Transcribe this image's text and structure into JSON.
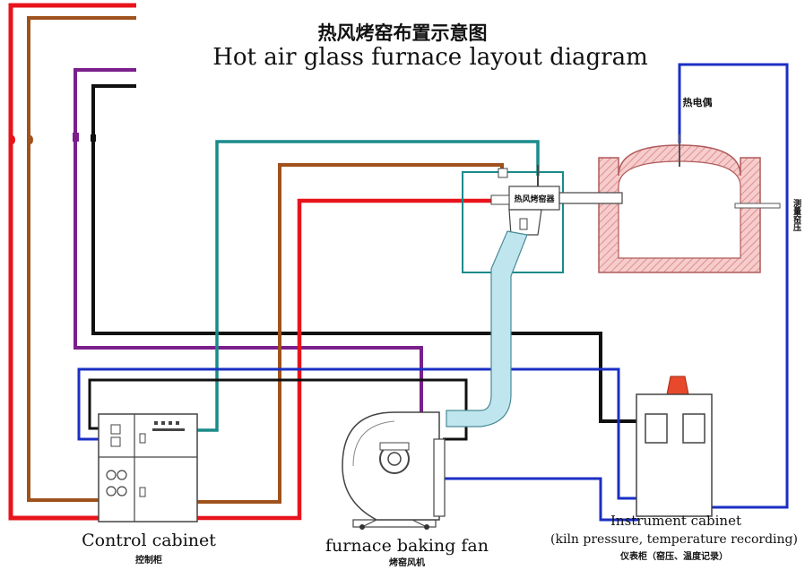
{
  "title": {
    "zh": "热风烤窑布置示意图",
    "en": "Hot air glass furnace layout diagram"
  },
  "components": {
    "control_cabinet": {
      "en": "Control cabinet",
      "zh": "控制柜"
    },
    "fan": {
      "en": "furnace baking fan",
      "zh": "烤窑风机"
    },
    "instrument_cabinet": {
      "en": "Instrument cabinet",
      "en_detail": "(kiln pressure, temperature recording)",
      "zh": "仪表柜（窑压、温度记录）"
    },
    "heater": {
      "zh": "热风烤窑器"
    },
    "thermocouple": {
      "zh": "热电偶"
    },
    "pressure_point": {
      "zh": "测量窑压"
    }
  },
  "colors": {
    "red": "#e8141c",
    "brown": "#a0521d",
    "purple": "#7a1f8c",
    "black": "#111111",
    "teal": "#1b8a8a",
    "blue": "#1b2fc4",
    "duct": "#bfe6ee",
    "kiln": "#f2b8b8",
    "warning_light": "#e8482c"
  }
}
